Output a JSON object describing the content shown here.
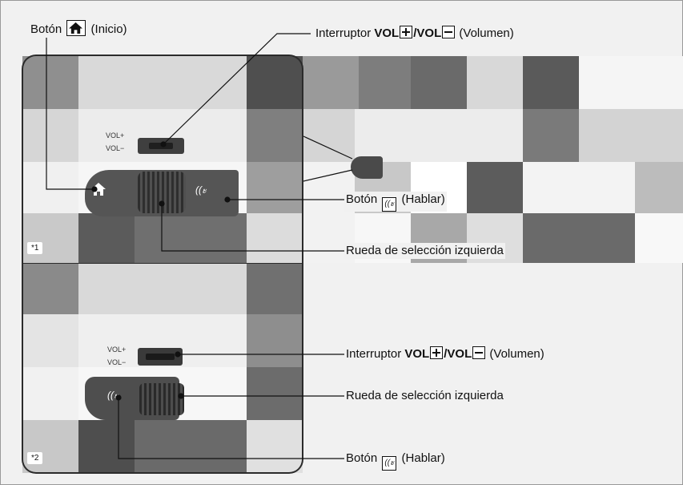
{
  "labels": {
    "home_button": {
      "prefix": "Botón",
      "suffix": "(Inicio)"
    },
    "vol_switch_top": {
      "prefix": "Interruptor",
      "vol1": "VOL",
      "slash": "/",
      "vol2": "VOL",
      "suffix": "(Volumen)"
    },
    "talk_button_top": {
      "prefix": "Botón",
      "suffix": "(Hablar)"
    },
    "selector_top": "Rueda de selección izquierda",
    "vol_switch_bottom": {
      "prefix": "Interruptor",
      "vol1": "VOL",
      "slash": "/",
      "vol2": "VOL",
      "suffix": "(Volumen)"
    },
    "selector_bottom": "Rueda de selección izquierda",
    "talk_button_bottom": {
      "prefix": "Botón",
      "suffix": "(Hablar)"
    }
  },
  "footnotes": {
    "first": "*1",
    "second": "*2"
  },
  "control_text": {
    "vol_plus": "VOL+",
    "vol_minus": "VOL−"
  },
  "icons": [
    "home-icon",
    "talk-icon"
  ],
  "colors": {
    "frame": "#999999",
    "panel_border": "#2b2b2b",
    "control_dark": "#4a4a4a"
  }
}
